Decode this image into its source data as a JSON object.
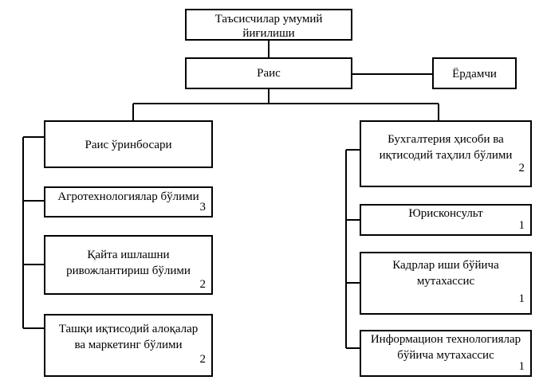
{
  "nodes": {
    "assembly": {
      "text": "Таъсисчилар умумий\nйиғилиши",
      "count": ""
    },
    "chairman": {
      "text": "Раис",
      "count": ""
    },
    "assistant": {
      "text": "Ёрдамчи",
      "count": ""
    },
    "deputy": {
      "text": "Раис ўринбосари",
      "count": ""
    },
    "agro": {
      "text": "Агротехнологиялар бўлими",
      "count": "3"
    },
    "processing": {
      "text": "Қайта ишлашни\nривожлантириш бўлими",
      "count": "2"
    },
    "foreign": {
      "text": "Ташқи иқтисодий алоқалар\nва маркетинг бўлими",
      "count": "2"
    },
    "accounting": {
      "text": "Бухгалтерия ҳисоби ва\nиқтисодий таҳлил бўлими",
      "count": "2"
    },
    "legal": {
      "text": "Юрисконсульт",
      "count": "1"
    },
    "hr": {
      "text": "Кадрлар иши бўйича\nмутахассис",
      "count": "1"
    },
    "it": {
      "text": "Информацион технологиялар\nбўйича мутахассис",
      "count": "1"
    }
  }
}
